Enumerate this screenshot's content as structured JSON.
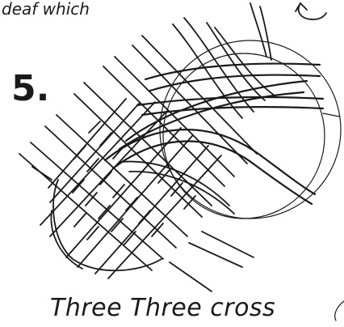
{
  "top_partial_text": "deaf which",
  "step_number": "5.",
  "caption": "Three Three cross"
}
